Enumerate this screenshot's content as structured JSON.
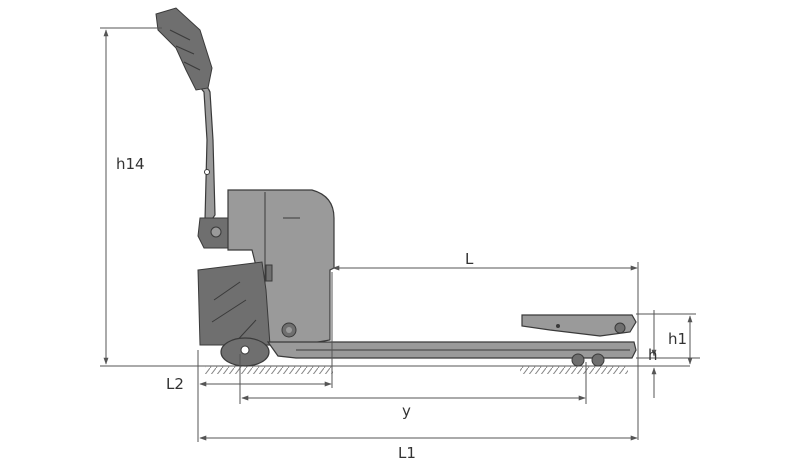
{
  "labels": {
    "h14": "h14",
    "L": "L",
    "h1": "h1",
    "h": "h",
    "L2": "L2",
    "y": "y",
    "L1": "L1"
  },
  "colors": {
    "truck_body": "#9a9a9a",
    "truck_dark": "#6f6f6f",
    "outline": "#3a3a3a",
    "dimension_line": "#555555",
    "ground_hatch": "#888888"
  }
}
